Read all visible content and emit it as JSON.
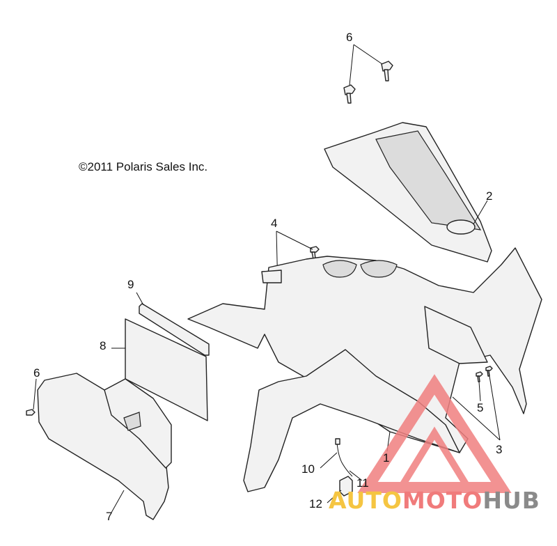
{
  "copyright": "©2011 Polaris Sales Inc.",
  "callouts": [
    "6",
    "2",
    "4",
    "9",
    "8",
    "6",
    "5",
    "3",
    "1",
    "7",
    "10",
    "11",
    "12"
  ],
  "watermark": {
    "part1": "AUTO",
    "part2": "MOTO",
    "part3": "HUB",
    "colors": {
      "auto": "#f5c542",
      "moto": "#f07b7b",
      "hub": "#8a8a8a",
      "logo": "#f08080"
    }
  }
}
